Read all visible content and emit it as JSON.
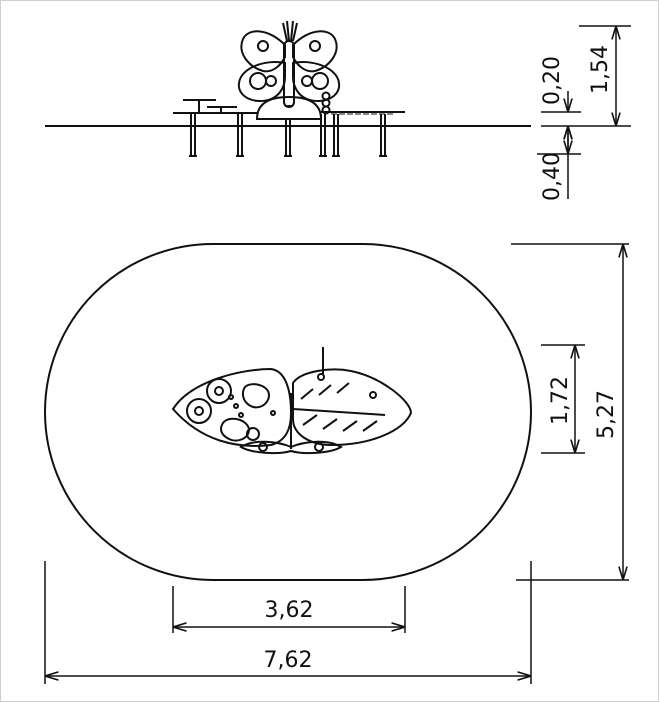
{
  "drawing": {
    "line_color": "#111111",
    "background": "#ffffff",
    "elevation_view": {
      "dim_above_ground": "0,20",
      "dim_total_height": "1,54",
      "dim_below_ground": "0,40"
    },
    "plan_view": {
      "dim_equipment_depth": "1,72",
      "dim_area_depth": "5,27",
      "dim_equipment_width": "3,62",
      "dim_area_width": "7,62"
    }
  }
}
